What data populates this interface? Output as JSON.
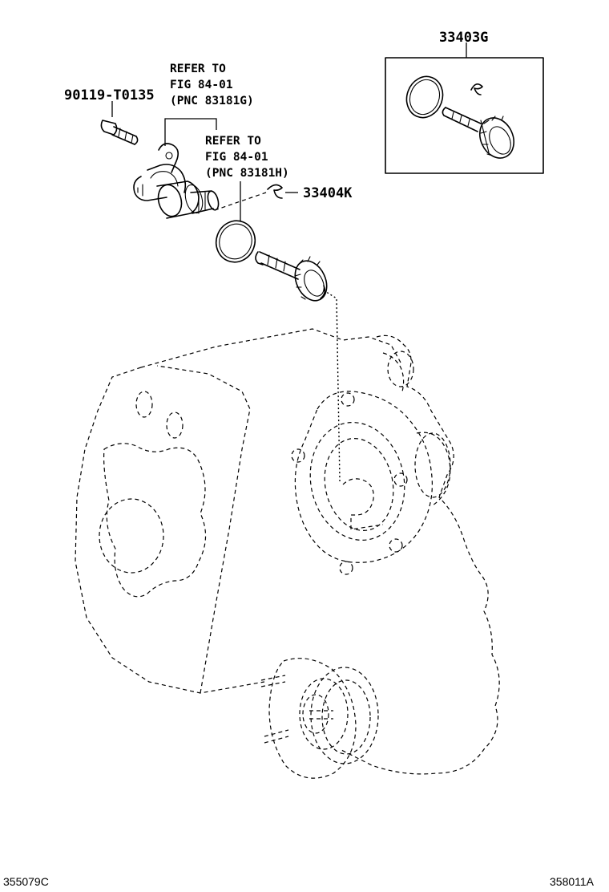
{
  "labels": {
    "kit": "33403G",
    "bolt": "90119-T0135",
    "clip": "33404K",
    "refer_g": [
      "REFER TO",
      "FIG 84-01",
      "(PNC 83181G)"
    ],
    "refer_h": [
      "REFER TO",
      "FIG 84-01",
      "(PNC 83181H)"
    ]
  },
  "footer": {
    "left_code": "355079C",
    "right_code": "358011A"
  }
}
